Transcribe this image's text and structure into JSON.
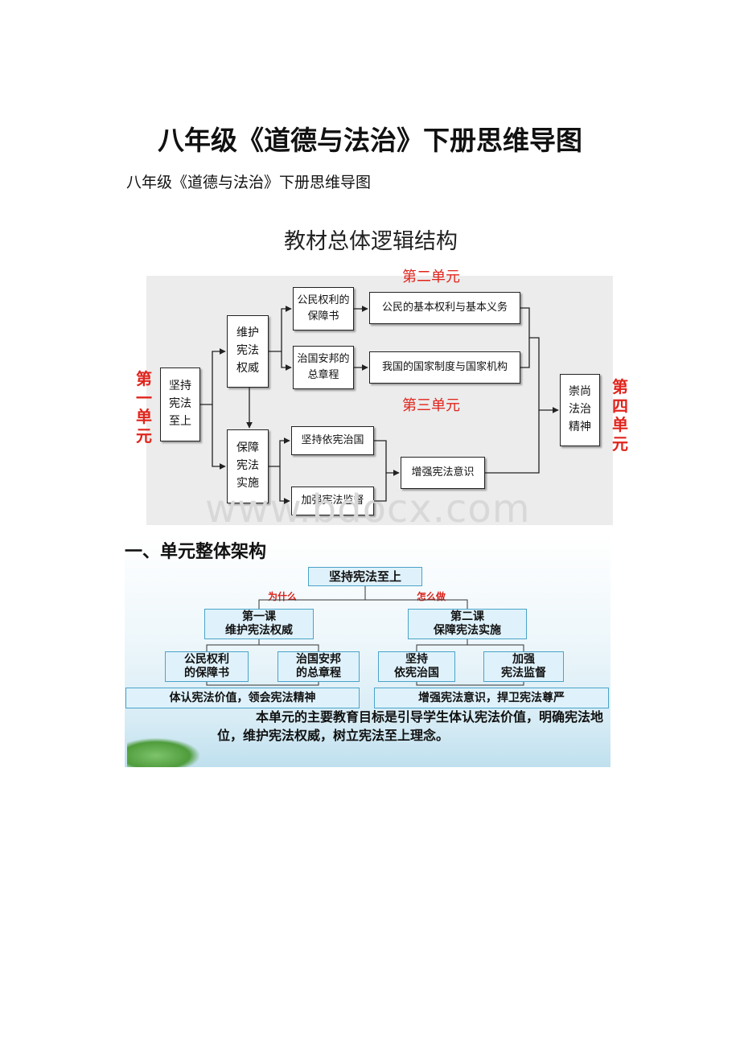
{
  "document": {
    "title": "八年级《道德与法治》下册思维导图",
    "subtitle": "八年级《道德与法治》下册思维导图",
    "watermark": "www.bdocx.com"
  },
  "figure1": {
    "title": "教材总体逻辑结构",
    "unit_labels": {
      "unit1": "第一单元",
      "unit2": "第二单元",
      "unit3": "第三单元",
      "unit4": "第四单元"
    },
    "nodes": {
      "root": "坚持宪法至上",
      "safeguard": "维护宪法权威",
      "implement": "保障宪法实施",
      "rights_book": "公民权利的保障书",
      "governance": "治国安邦的总章程",
      "adhere_rule": "坚持依宪治国",
      "supervision": "加强宪法监督",
      "rights_duties": "公民的基本权利与基本义务",
      "system": "我国的国家制度与国家机构",
      "awareness": "增强宪法意识",
      "spirit": "崇尚法治精神"
    }
  },
  "figure2": {
    "heading": "一、单元整体架构",
    "root": "坚持宪法至上",
    "why": "为什么",
    "how": "怎么做",
    "lesson1": {
      "line1": "第一课",
      "line2": "维护宪法权威"
    },
    "lesson2": {
      "line1": "第二课",
      "line2": "保障宪法实施"
    },
    "leaf1": {
      "line1": "公民权利",
      "line2": "的保障书"
    },
    "leaf2": {
      "line1": "治国安邦",
      "line2": "的总章程"
    },
    "leaf3": {
      "line1": "坚持",
      "line2": "依宪治国"
    },
    "leaf4": {
      "line1": "加强",
      "line2": "宪法监督"
    },
    "summary1": "体认宪法价值，领会宪法精神",
    "summary2": "增强宪法意识，捍卫宪法尊严",
    "goal": "本单元的主要教育目标是引导学生体认宪法价值，明确宪法地位，维护宪法权威，树立宪法至上理念。"
  }
}
